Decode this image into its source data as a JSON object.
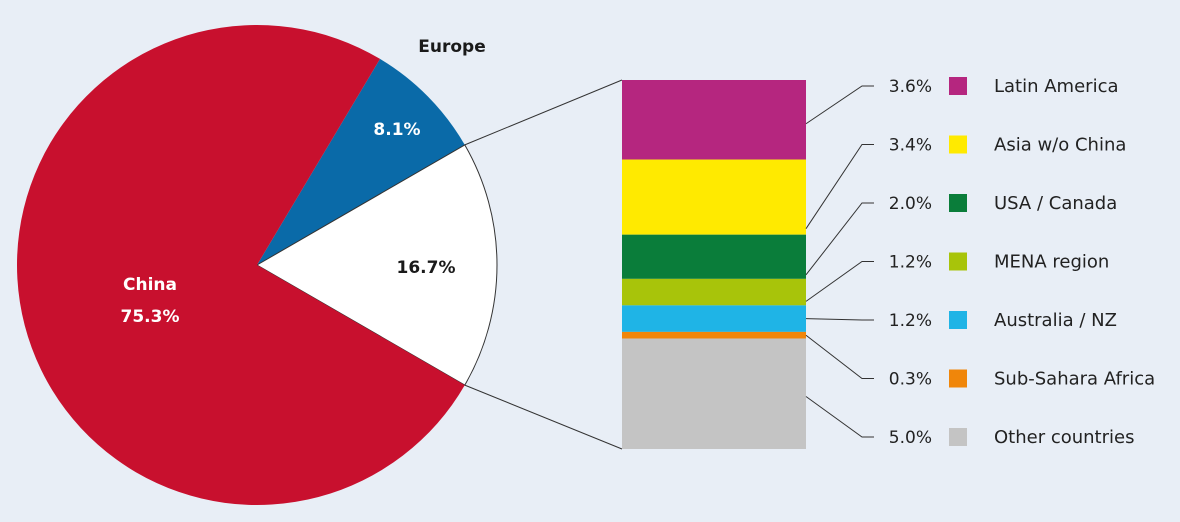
{
  "colors": {
    "background": "#e8eef6",
    "china": "#c8102e",
    "europe": "#0a6aa8",
    "rest": "#ffffff",
    "connector": "#333333"
  },
  "chart_data": {
    "type": "pie",
    "pie": {
      "slices": [
        {
          "label": "China",
          "value": 75.3,
          "value_label": "75.3%",
          "color": "#c8102e"
        },
        {
          "label": "Europe",
          "value": 8.1,
          "value_label": "8.1%",
          "color": "#0a6aa8"
        },
        {
          "label": "",
          "value": 16.7,
          "value_label": "16.7%",
          "color": "#ffffff"
        }
      ]
    },
    "breakdown": {
      "type": "stacked_bar",
      "total": 16.7,
      "segments": [
        {
          "name": "Latin America",
          "value": 3.6,
          "value_label": "3.6%",
          "color": "#b5267f"
        },
        {
          "name": "Asia w/o China",
          "value": 3.4,
          "value_label": "3.4%",
          "color": "#ffea00"
        },
        {
          "name": "USA / Canada",
          "value": 2.0,
          "value_label": "2.0%",
          "color": "#0a7d3a"
        },
        {
          "name": "MENA region",
          "value": 1.2,
          "value_label": "1.2%",
          "color": "#a8c40a"
        },
        {
          "name": "Australia / NZ",
          "value": 1.2,
          "value_label": "1.2%",
          "color": "#1fb4e6"
        },
        {
          "name": "Sub-Sahara Africa",
          "value": 0.3,
          "value_label": "0.3%",
          "color": "#f0860a"
        },
        {
          "name": "Other countries",
          "value": 5.0,
          "value_label": "5.0%",
          "color": "#c4c4c4"
        }
      ]
    }
  }
}
